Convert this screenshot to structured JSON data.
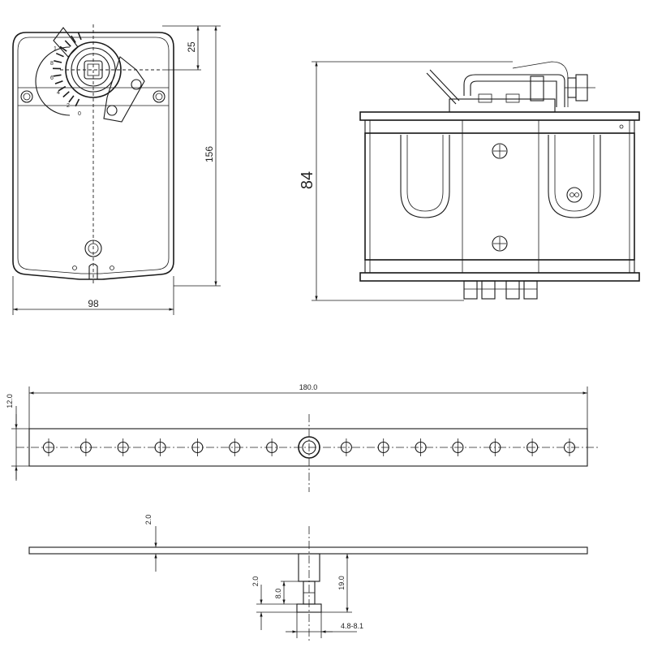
{
  "front_view": {
    "dim_width": "98",
    "dim_height": "156",
    "dim_top": "25",
    "scale_marks": [
      "1",
      "8",
      "6",
      "4",
      "2",
      "0"
    ]
  },
  "side_view": {
    "dim_height": "84"
  },
  "bracket_top": {
    "dim_length": "180.0",
    "dim_width": "12.0",
    "hole_count": 15
  },
  "bracket_side": {
    "dim_thickness": "2.0",
    "dim_pin_flange": "2.0",
    "dim_pin_small": "8.0",
    "dim_pin_height": "19.0",
    "dim_pin_dia": "4.8-8.1"
  }
}
